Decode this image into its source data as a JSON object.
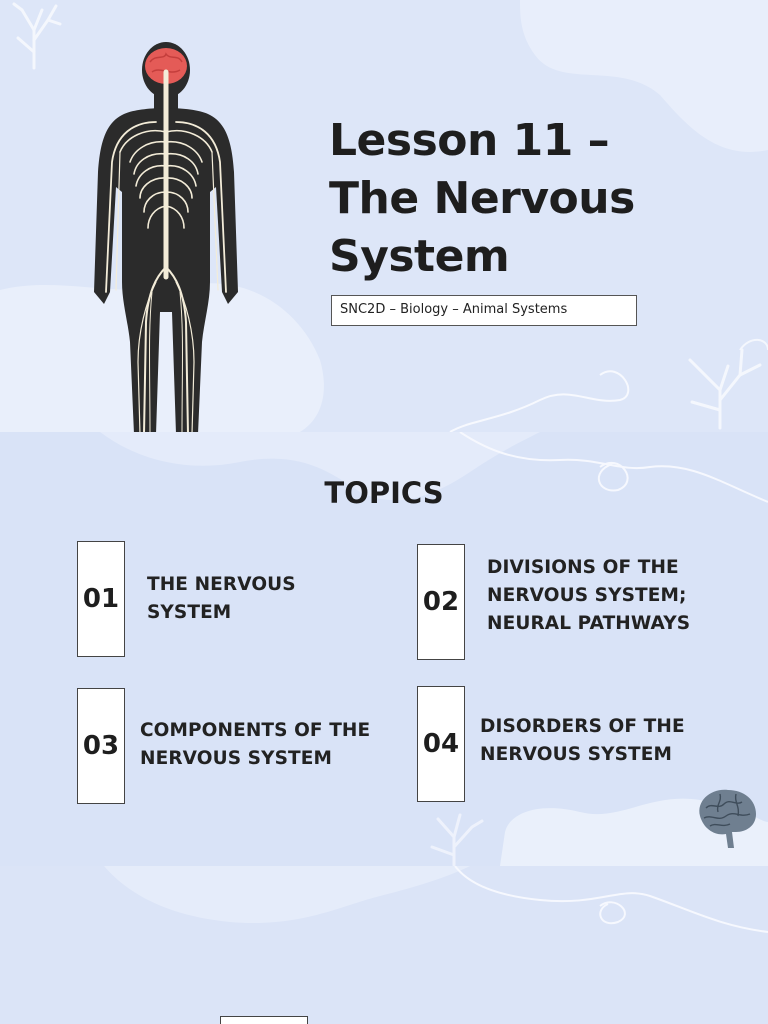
{
  "slide1": {
    "title_lines": [
      "Lesson 11 –",
      "The Nervous",
      "System"
    ],
    "subtitle": "SNC2D – Biology – Animal Systems"
  },
  "slide2": {
    "heading": "TOPICS",
    "topics": [
      {
        "number": "01",
        "lines": [
          "THE NERVOUS",
          "SYSTEM"
        ]
      },
      {
        "number": "02",
        "lines": [
          "DIVISIONS OF THE",
          "NERVOUS SYSTEM;",
          "NEURAL PATHWAYS"
        ]
      },
      {
        "number": "03",
        "lines": [
          "COMPONENTS OF THE",
          "NERVOUS SYSTEM"
        ]
      },
      {
        "number": "04",
        "lines": [
          "DISORDERS OF THE",
          "NERVOUS SYSTEM"
        ]
      }
    ]
  },
  "icons": [
    "coral-icon",
    "human-nervous-system-figure",
    "brain-icon"
  ],
  "colors": {
    "background": "#dbe5f7",
    "blob": "#e9effb",
    "figure": "#2b2b2b",
    "nerves": "#f3ecd8",
    "brain": "#e45b57"
  }
}
